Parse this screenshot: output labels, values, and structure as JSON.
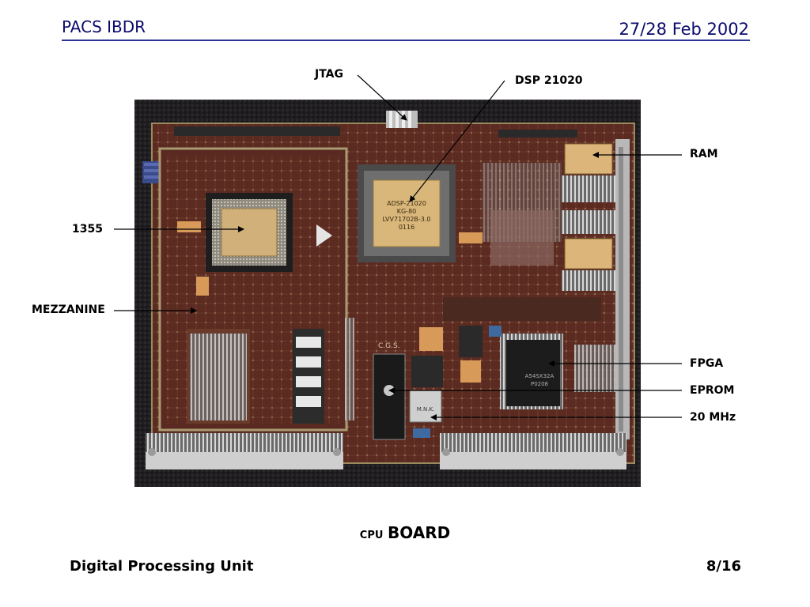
{
  "header": {
    "title": "PACS IBDR",
    "date": "27/28 Feb 2002"
  },
  "callouts": {
    "jtag": "JTAG",
    "dsp": "DSP 21020",
    "ram": "RAM",
    "chip1355": "1355",
    "mezzanine": "MEZZANINE",
    "fpga": "FPGA",
    "eprom": "EPROM",
    "osc": "20 MHz"
  },
  "chip_markings": {
    "dsp_line1": "ADSP-21020",
    "dsp_line2": "KG-80",
    "dsp_line3": "LVV71702B-3.0",
    "dsp_line4": "0116",
    "fpga_line1": "A54SX32A",
    "fpga_line2": "P0208",
    "osc_line1": "M.N.K.",
    "board_text": "C.G.S."
  },
  "caption": {
    "prefix": "CPU",
    "main": "BOARD"
  },
  "footer": {
    "left": "Digital Processing Unit",
    "page": "8/16"
  }
}
